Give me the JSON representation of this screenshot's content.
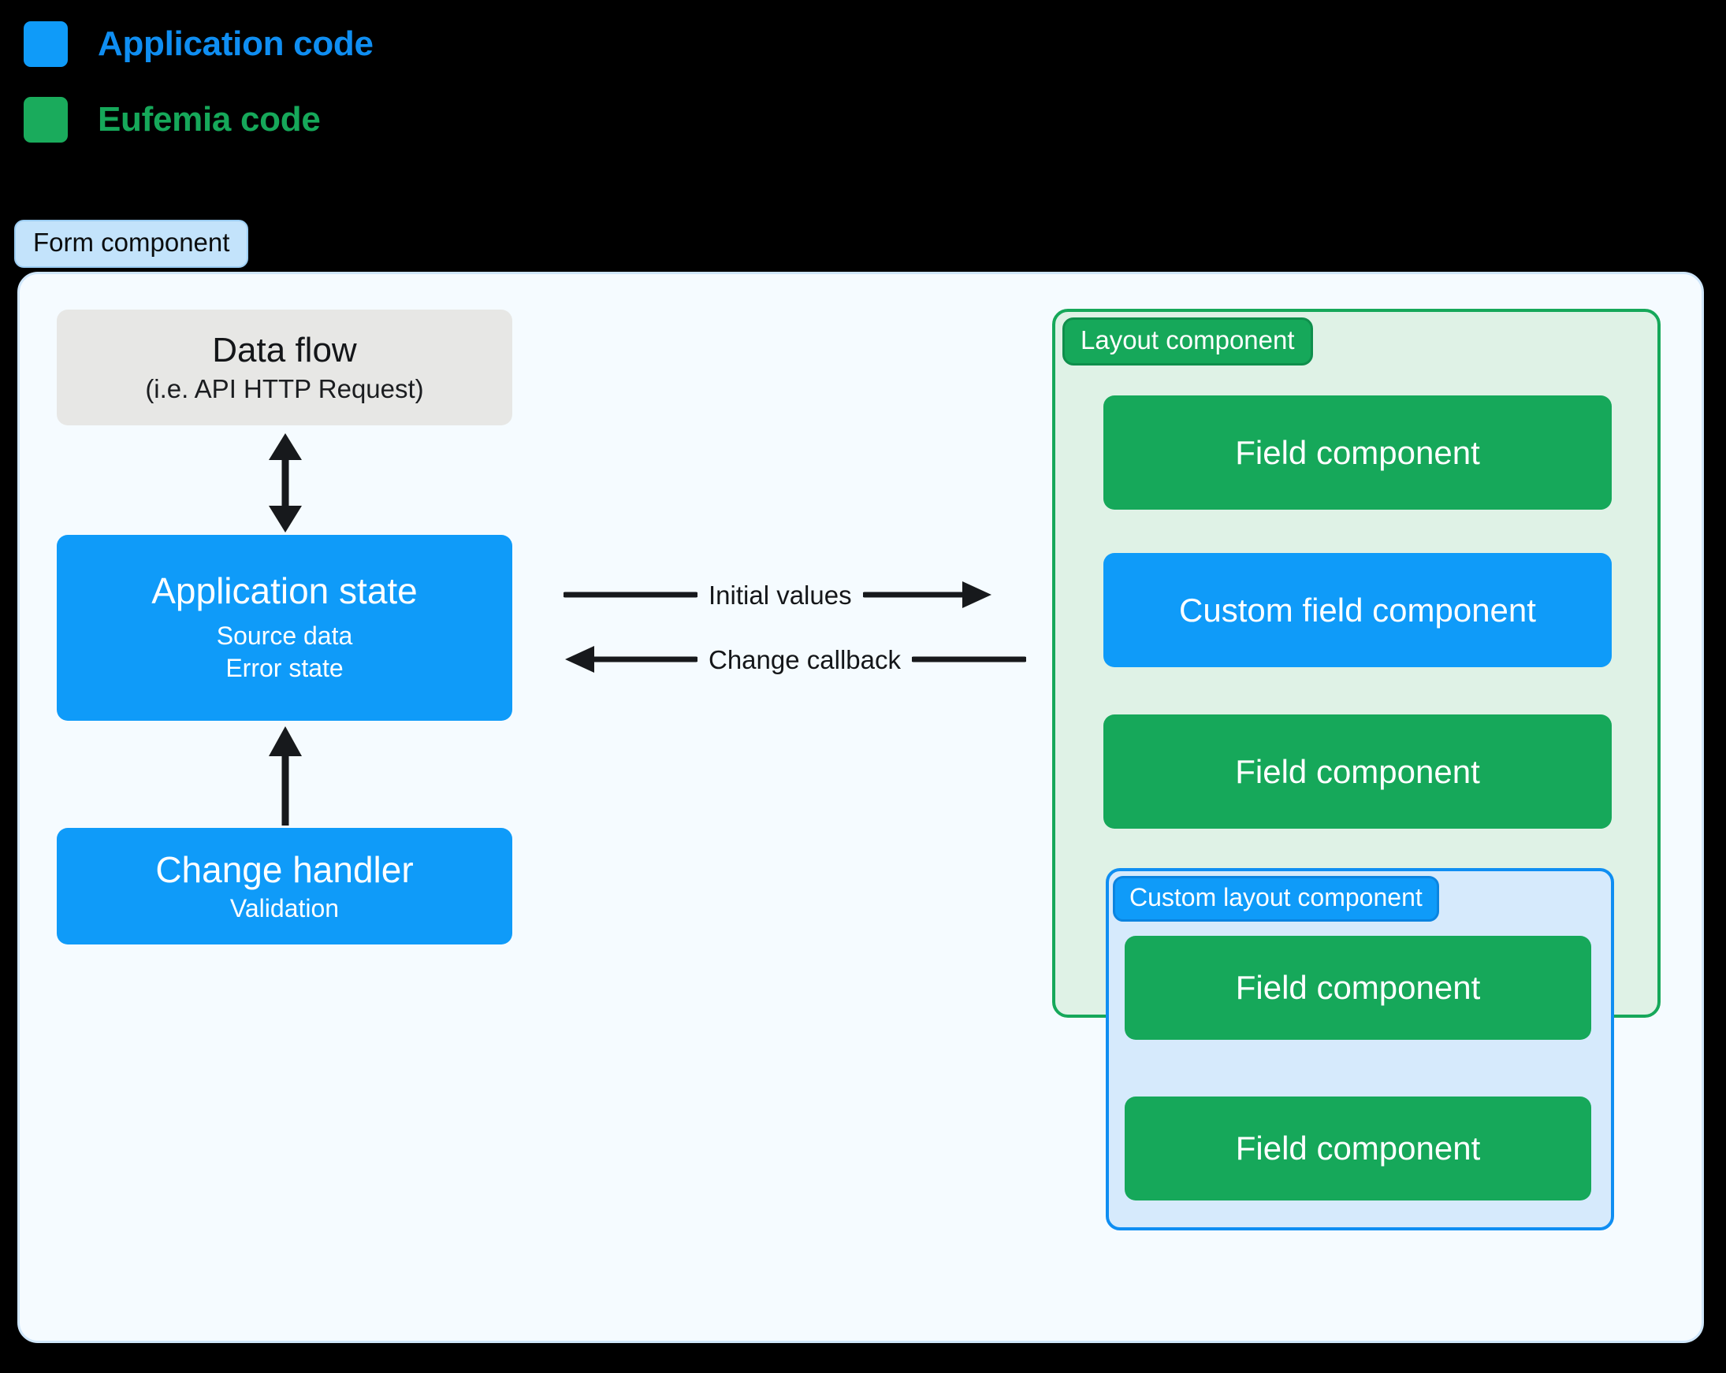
{
  "legend": {
    "items": [
      {
        "label": "Application code",
        "color": "#0f9bf9",
        "swatch": "blue"
      },
      {
        "label": "Eufemia code",
        "color": "#16a85a",
        "swatch": "green"
      }
    ]
  },
  "form_component": {
    "badge_label": "Form component",
    "badge_bg": "#c3e3fb",
    "container_bg": "#f5fbff",
    "container_border": "#cfe6fa"
  },
  "left_column": {
    "data_flow": {
      "title": "Data flow",
      "subtitle": "(i.e. API HTTP Request)",
      "bg": "#e7e7e5",
      "text_color": "#141619"
    },
    "application_state": {
      "title": "Application state",
      "lines": [
        "Source data",
        "Error state"
      ],
      "bg": "#0f9bf9",
      "text_color": "#ffffff"
    },
    "change_handler": {
      "title": "Change handler",
      "subtitle": "Validation",
      "bg": "#0f9bf9",
      "text_color": "#ffffff"
    }
  },
  "connectors": {
    "data_flow_to_state": {
      "name": "double-headed-vertical-arrow",
      "direction": "both"
    },
    "handler_to_state": {
      "name": "upward-arrow",
      "direction": "up"
    },
    "initial_values": {
      "label": "Initial values",
      "direction": "right"
    },
    "change_callback": {
      "label": "Change callback",
      "direction": "left"
    }
  },
  "layout_component": {
    "badge_label": "Layout component",
    "badge_bg": "#16a85a",
    "container_bg": "#dff2e6",
    "container_border": "#16a85a",
    "fields": [
      {
        "label": "Field component",
        "kind": "green"
      },
      {
        "label": "Custom field component",
        "kind": "blue"
      },
      {
        "label": "Field component",
        "kind": "green"
      }
    ],
    "custom_layout_component": {
      "badge_label": "Custom layout component",
      "badge_bg": "#0f9bf9",
      "container_bg": "#d6eafc",
      "container_border": "#0f8ef2",
      "fields": [
        {
          "label": "Field component",
          "kind": "green"
        },
        {
          "label": "Field component",
          "kind": "green"
        }
      ]
    }
  }
}
